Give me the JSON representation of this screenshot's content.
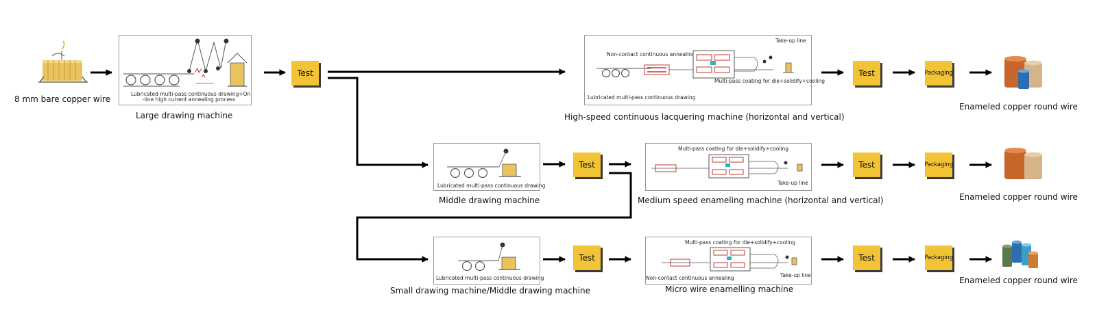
{
  "source": {
    "label": "8 mm bare copper wire",
    "icon": "copper-rod-coil-icon"
  },
  "large_machine": {
    "label": "Large drawing machine",
    "caption_line1": "Lubricated multi-pass continuous drawing+On",
    "caption_line2": "-line high current annealing process"
  },
  "middle_machine": {
    "label": "Middle drawing machine",
    "caption": "Lubricated multi-pass continuous drawing"
  },
  "small_machine": {
    "label": "Small drawing machine/Middle drawing machine",
    "caption": "Lubricated multi-pass continuous drawing"
  },
  "high_speed": {
    "label": "High-speed continuous lacquering machine (horizontal and vertical)",
    "take_up": "Take-up line",
    "annealing": "Non-contact continuous annealing",
    "coating": "Multi-pass coating for die+solidify+cooling",
    "drawing": "Lubricated multi-pass continuous drawing"
  },
  "medium_speed": {
    "label": "Medium speed enameling machine (horizontal and vertical)",
    "coating": "Multi-pass coating for die+solidify+cooling",
    "take_up": "Take-up line"
  },
  "micro": {
    "label": "Micro wire enamelling machine",
    "coating": "Multi-pass coating for die+solidify+cooling",
    "annealing": "Non-contact continuous annealing",
    "take_up": "Take-up line"
  },
  "test_label": "Test",
  "packaging_label": "Packaging",
  "product_label": "Enameled copper round wire",
  "colors": {
    "box": "#f2c335",
    "shadow": "#3a3a3a",
    "copper": "#c8652a",
    "red_part": "#c0392b"
  }
}
